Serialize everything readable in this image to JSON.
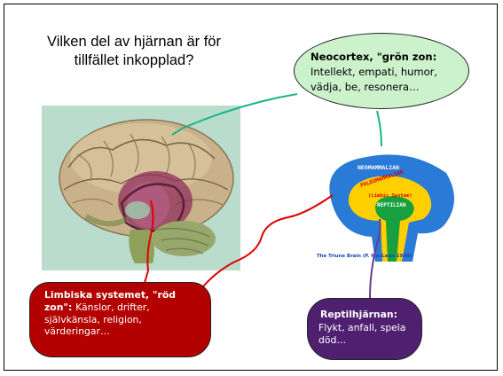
{
  "title": {
    "line1": "Vilken del av hjärnan är för",
    "line2": "tillfället inkopplad?"
  },
  "neocortex": {
    "heading": "Neocortex, \"grön zon:",
    "text1": "Intellekt, empati, humor,",
    "text2": "vädja, be, resonera…"
  },
  "limbic": {
    "heading": "Limbiska systemet, \"röd zon\":",
    "text": "Känslor, drifter, självkänsla, religion, värderingar…"
  },
  "reptile": {
    "heading": "Reptilhjärnan:",
    "text": "Flykt, anfall, spela död…"
  },
  "triune": {
    "neo_label": "NEOMAMMALIAN",
    "paleo_label": "PALEOMAMMALIAN",
    "limbic_label": "(Limbic System)",
    "rept_label": "REPTILIAN",
    "caption": "The Triune Brain (P. MacLean 1990)"
  },
  "colors": {
    "neo_bubble": "#ccf2cc",
    "limbic_bubble": "#b30000",
    "reptile_bubble": "#502070",
    "connector_green": "#1ab38a",
    "connector_red": "#e00000",
    "connector_purple": "#6a3c8c"
  }
}
